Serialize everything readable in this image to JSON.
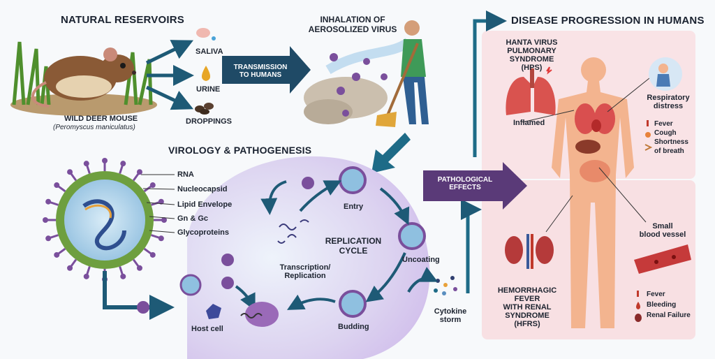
{
  "reservoirs": {
    "title": "NATURAL RESERVOIRS",
    "animal_name": "WILD DEER MOUSE",
    "animal_latin": "(Peromyscus maniculatus)",
    "saliva": "SALIVA",
    "urine": "URINE",
    "droppings": "DROPPINGS"
  },
  "transmission": {
    "arrow_line1": "TRANSMISSION",
    "arrow_line2": "TO HUMANS",
    "inhalation_line1": "INHALATION OF",
    "inhalation_line2": "AEROSOLIZED VIRUS"
  },
  "virology": {
    "title": "VIROLOGY & PATHOGENESIS",
    "labels": [
      "RNA",
      "Nucleocapsid",
      "Lipid Envelope",
      "Gn & Gc",
      "Glycoproteins"
    ],
    "entry": "Entry",
    "uncoating": "Uncoating",
    "cycle_line1": "REPLICATION",
    "cycle_line2": "CYCLE",
    "transcription_line1": "Transcription/",
    "transcription_line2": "Replication",
    "budding": "Budding",
    "host_cell": "Host cell",
    "cytokine_line1": "Cytokine",
    "cytokine_line2": "storm"
  },
  "effects": {
    "line1": "PATHOLOGICAL",
    "line2": "EFFECTS"
  },
  "progression": {
    "title": "DISEASE PROGRESSION IN HUMANS",
    "hps_line1": "HANTA VIRUS",
    "hps_line2": "PULMONARY SYNDROME",
    "hps_line3": "(HPS)",
    "inflamed": "Inflamed",
    "resp_line1": "Respiratory",
    "resp_line2": "distress",
    "hps_symptoms": [
      "Fever",
      "Cough",
      "Shortness",
      "of breath"
    ],
    "vessel_line1": "Small",
    "vessel_line2": "blood vessel",
    "hfrs_lines": [
      "HEMORRHAGIC",
      "FEVER",
      "WITH RENAL",
      "SYNDROME",
      "(HFRS)"
    ],
    "hfrs_symptoms": [
      "Fever",
      "Bleeding",
      "Renal Failure"
    ]
  },
  "colors": {
    "navy_arrow": "#1f4a66",
    "teal_arrow": "#1e6b87",
    "purple_arrow": "#5a3a78",
    "pink_panel": "#f8e4e6",
    "cell_purple": "#d9c9ee",
    "virus_purple": "#7a4f9c",
    "virus_orange": "#e8a13a"
  }
}
